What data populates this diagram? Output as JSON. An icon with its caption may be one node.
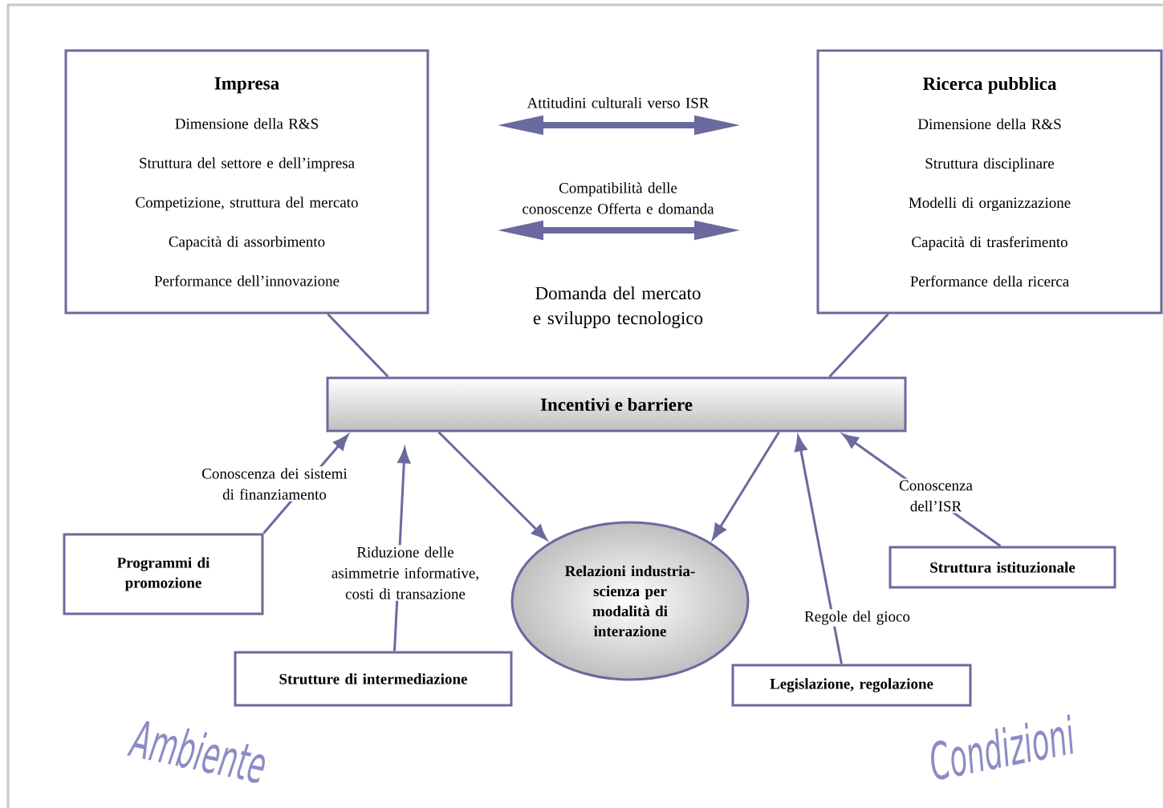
{
  "diagram": {
    "nodes": [
      {
        "text": [
          "Impresa",
          "Dimensione della R&S",
          "Struttura del settore e dell’impresa",
          "Competizione, struttura del mercato",
          "Capacità di assorbimento",
          "Performance dell’innovazione"
        ]
      },
      {
        "text": [
          "Ricerca pubblica",
          "Dimensione della R&S",
          "Struttura disciplinare",
          "Modelli di organizzazione",
          "Capacità di trasferimento",
          "Performance della ricerca"
        ]
      },
      {
        "text": [
          "Incentivi e barriere"
        ]
      },
      {
        "text": [
          "Relazioni industria-scienza per modalità di interazione"
        ]
      },
      {
        "text": [
          "Programmi di promozione"
        ]
      },
      {
        "text": [
          "Strutture di intermediazione"
        ]
      },
      {
        "text": [
          "Legislazione, regolazione"
        ]
      },
      {
        "text": [
          "Struttura istituzionale"
        ]
      }
    ],
    "edges": [
      {
        "from": 0,
        "to": 2,
        "arrow": "none"
      },
      {
        "from": 1,
        "to": 2,
        "arrow": "none"
      },
      {
        "from": 2,
        "to": 3,
        "arrow": "to"
      },
      {
        "from": 2,
        "to": 3,
        "arrow": "to"
      },
      {
        "from": 4,
        "to": 2,
        "arrow": "to",
        "label": "Conoscenza dei sistemi di finanziamento"
      },
      {
        "from": 5,
        "to": 2,
        "arrow": "to",
        "label": "Riduzione delle asimmetrie informative, costi di transazione"
      },
      {
        "from": 6,
        "to": 2,
        "arrow": "to",
        "label": "Regole del gioco"
      },
      {
        "from": 7,
        "to": 2,
        "arrow": "to",
        "label": "Conoscenza dell’ISR"
      }
    ],
    "labels": [
      "Attitudini culturali verso ISR",
      "Compatibilità delle conoscenze Offerta e domanda",
      "Domanda del mercato e sviluppo tecnologico",
      "Ambiente",
      "Condizioni"
    ]
  }
}
